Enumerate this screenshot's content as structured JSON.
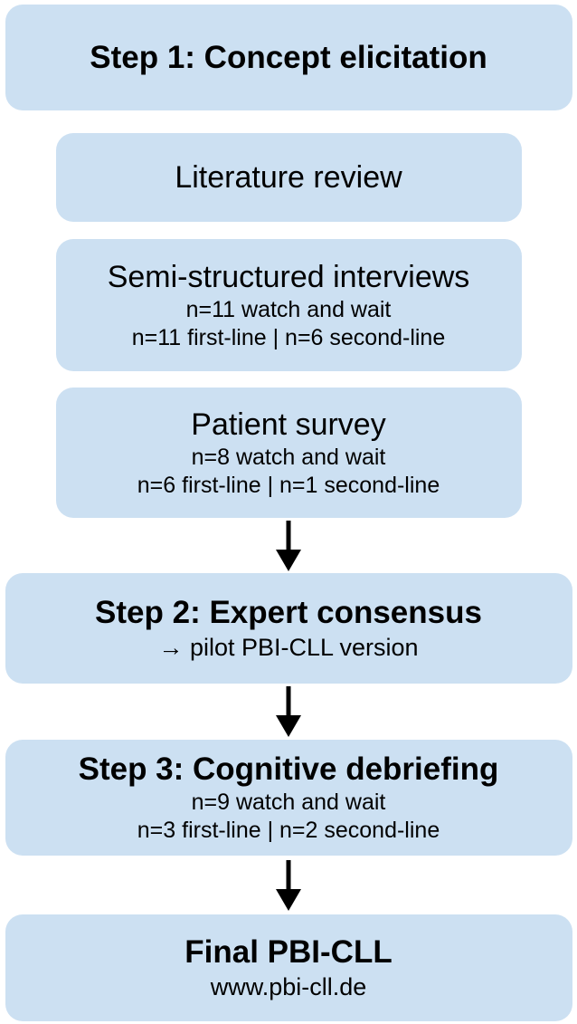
{
  "flow": {
    "colors": {
      "box_fill": "#cce0f2",
      "text": "#000000",
      "arrow": "#000000",
      "background": "#ffffff"
    },
    "boxes": [
      {
        "title": "Step 1: Concept elicitation",
        "lines": []
      },
      {
        "title": "Literature review",
        "lines": []
      },
      {
        "title": "Semi-structured interviews",
        "lines": [
          "n=11 watch and wait",
          "n=11 first-line | n=6 second-line"
        ]
      },
      {
        "title": "Patient survey",
        "lines": [
          "n=8 watch and wait",
          "n=6 first-line | n=1 second-line"
        ]
      },
      {
        "title": "Step 2: Expert consensus",
        "lines": [
          "→ pilot PBI-CLL version"
        ]
      },
      {
        "title": "Step 3: Cognitive debriefing",
        "lines": [
          "n=9 watch and wait",
          "n=3 first-line | n=2 second-line"
        ]
      },
      {
        "title": "Final PBI-CLL",
        "lines": [
          "www.pbi-cll.de"
        ]
      }
    ]
  }
}
